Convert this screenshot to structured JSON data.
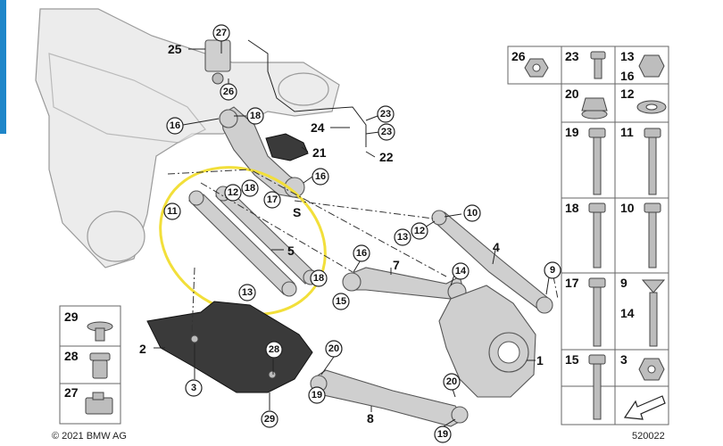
{
  "copyright": "© 2021 BMW AG",
  "diagram_number": "520022",
  "callouts": {
    "c27_top": "27",
    "c26": "26",
    "c18_top": "18",
    "c16_top": "16",
    "c16_mid": "16",
    "c17": "17",
    "c12_left": "12",
    "c18_mid": "18",
    "c11": "11",
    "c13_lower": "13",
    "c18_lower": "18",
    "c16_right": "16",
    "c15": "15",
    "c14": "14",
    "c12_right": "12",
    "c13_right": "13",
    "c10": "10",
    "c9": "9",
    "c23_a": "23",
    "c23_b": "23",
    "c28": "28",
    "c3": "3",
    "c29": "29",
    "c20_a": "20",
    "c20_b": "20",
    "c19_a": "19",
    "c19_b": "19"
  },
  "plain_labels": {
    "l25": "25",
    "l21": "21",
    "l24": "24",
    "l22": "22",
    "l5": "5",
    "l7": "7",
    "l4": "4",
    "l2": "2",
    "l1": "1",
    "l8": "8",
    "l6": "S"
  },
  "left_panel": {
    "p29": "29",
    "p28": "28",
    "p27": "27"
  },
  "right_panel": {
    "r26": "26",
    "r23": "23",
    "r13": "13",
    "r16": "16",
    "r20": "20",
    "r12": "12",
    "r19": "19",
    "r11": "11",
    "r18": "18",
    "r10": "10",
    "r17": "17",
    "r9": "9",
    "r14": "14",
    "r15": "15",
    "r3": "3"
  },
  "colors": {
    "highlight": "#f2df3a",
    "edge_accent": "#1f86c9"
  }
}
